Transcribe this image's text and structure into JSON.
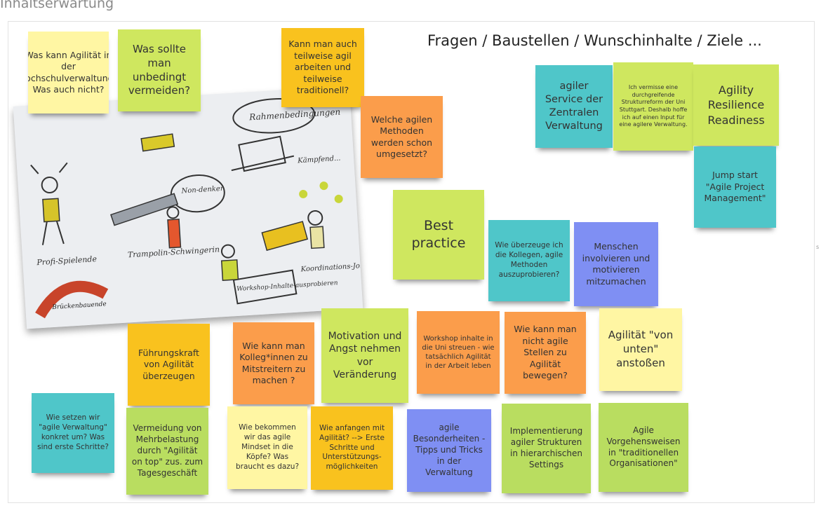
{
  "page": {
    "heading": "Inhaltserwartung",
    "side_mark": "s"
  },
  "board": {
    "title": "Fragen / Baustellen / Wunschinhalte / Ziele ...",
    "colors": {
      "yellow": "#fff6a3",
      "lime": "#cfe75f",
      "orange": "#fb9d4b",
      "gold": "#f9c21e",
      "teal": "#4fc6c9",
      "blue": "#7f8ff3",
      "green": "#b9dd60"
    },
    "photo": {
      "description": "sketchnote-drawing-photo",
      "labels": [
        "Rahmenbedingungen",
        "Kämpfend...",
        "Non-denker",
        "Profi-Spielende",
        "Trampolin-Schwingerin",
        "Workshop-Inhalte-ausprobieren",
        "Koordinations-Jongleure",
        "Brückenbauende"
      ]
    },
    "notes": [
      {
        "id": "n01",
        "text": "Was kann Agilität in der Hochschulverwaltung? Was auch nicht?"
      },
      {
        "id": "n02",
        "text": "Was sollte man unbedingt vermeiden?"
      },
      {
        "id": "n03",
        "text": "Kann man auch teilweise agil arbeiten und teilweise traditionell?"
      },
      {
        "id": "n04",
        "text": "Welche agilen Methoden werden schon umgesetzt?"
      },
      {
        "id": "n05",
        "text": "agiler Service der Zentralen Verwaltung"
      },
      {
        "id": "n06",
        "text": "Ich vermisse eine durchgreifende Strukturreform der Uni Stuttgart. Deshalb hoffe ich auf einen Input für eine agilere Verwaltung."
      },
      {
        "id": "n07",
        "text": "Agility Resilience Readiness"
      },
      {
        "id": "n08",
        "text": "Jump start \"Agile Project Management\""
      },
      {
        "id": "n09",
        "text": "Best practice"
      },
      {
        "id": "n10",
        "text": "Wie überzeuge ich die Kollegen, agile Methoden auszuprobieren?"
      },
      {
        "id": "n11",
        "text": "Menschen involvieren und motivieren mitzumachen"
      },
      {
        "id": "n12",
        "text": "Führungskraft von Agilität überzeugen"
      },
      {
        "id": "n13",
        "text": "Wie kann man Kolleg*innen zu Mitstreitern zu machen ?"
      },
      {
        "id": "n14",
        "text": "Motivation und Angst nehmen vor Veränderung"
      },
      {
        "id": "n15",
        "text": "Workshop inhalte in die Uni streuen - wie tatsächlich Agilität in der Arbeit leben"
      },
      {
        "id": "n16",
        "text": "Wie kann man nicht agile Stellen zu Agilität bewegen?"
      },
      {
        "id": "n17",
        "text": "Agilität \"von unten\" anstoßen"
      },
      {
        "id": "n18",
        "text": "Wie setzen wir \"agile Verwaltung\" konkret um? Was sind erste Schritte?"
      },
      {
        "id": "n19",
        "text": "Vermeidung von Mehrbelastung durch \"Agilität on top\" zus. zum Tagesgeschäft"
      },
      {
        "id": "n20",
        "text": "Wie bekommen wir das agile Mindset in die Köpfe? Was braucht es dazu?"
      },
      {
        "id": "n21",
        "text": "Wie anfangen mit Agilität? --> Erste Schritte und Unterstützungs-möglichkeiten"
      },
      {
        "id": "n22",
        "text": "agile Besonderheiten - Tipps und Tricks in der Verwaltung"
      },
      {
        "id": "n23",
        "text": "Implementierung agiler Strukturen in hierarchischen Settings"
      },
      {
        "id": "n24",
        "text": "Agile Vorgehensweisen in \"traditionellen Organisationen\""
      }
    ]
  }
}
